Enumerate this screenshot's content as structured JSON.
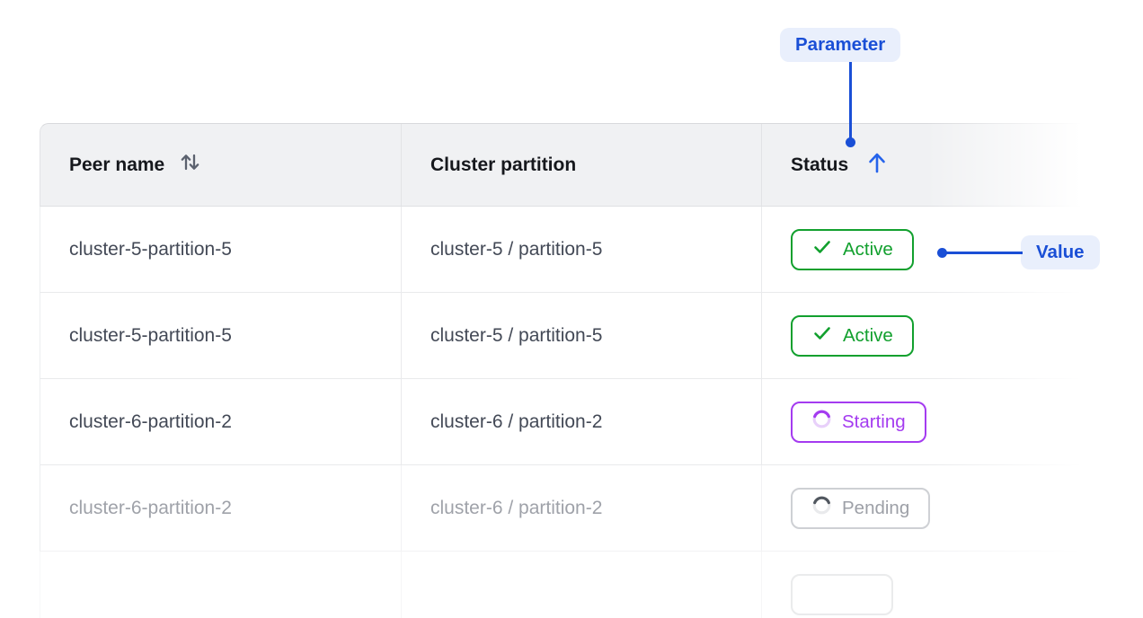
{
  "colors": {
    "accent_blue": "#1a4fd6",
    "arrow_blue": "#2563eb",
    "active_green": "#12A02E",
    "starting_purple": "#A43BF0",
    "pending_gray": "#9da0a7"
  },
  "annotations": {
    "parameter": {
      "label": "Parameter"
    },
    "value": {
      "label": "Value"
    }
  },
  "table": {
    "columns": [
      {
        "label": "Peer name",
        "sort_state": "sortable"
      },
      {
        "label": "Cluster partition",
        "sort_state": "none"
      },
      {
        "label": "Status",
        "sort_state": "ascending"
      }
    ],
    "rows": [
      {
        "peer_name": "cluster-5-partition-5",
        "cluster_partition": "cluster-5 / partition-5",
        "status": {
          "label": "Active",
          "state": "active"
        }
      },
      {
        "peer_name": "cluster-5-partition-5",
        "cluster_partition": "cluster-5 / partition-5",
        "status": {
          "label": "Active",
          "state": "active"
        }
      },
      {
        "peer_name": "cluster-6-partition-2",
        "cluster_partition": "cluster-6 / partition-2",
        "status": {
          "label": "Starting",
          "state": "starting"
        }
      },
      {
        "peer_name": "cluster-6-partition-2",
        "cluster_partition": "cluster-6 / partition-2",
        "status": {
          "label": "Pending",
          "state": "pending"
        }
      },
      {
        "peer_name": "",
        "cluster_partition": "",
        "status": {
          "label": "",
          "state": "unknown"
        }
      }
    ]
  }
}
